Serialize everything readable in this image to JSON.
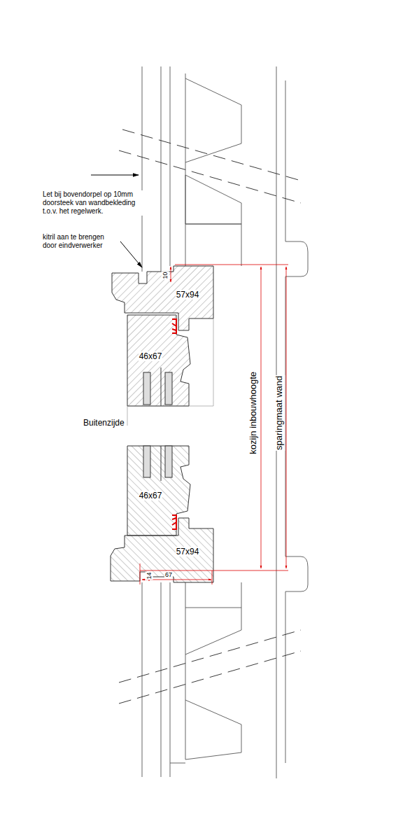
{
  "diagram": {
    "labels": [
      "Let bij bovendorpel op 10mm doorsteek van wandbekleding t.o.v. het regelwerk.",
      "kitril aan te brengen door eindverwerker",
      "10",
      "57x94",
      "46x67",
      "Buitenzijde",
      "46x67",
      "57x94",
      "14",
      "67",
      "kozijn inbouwhoogte",
      "sparingmaat wand"
    ]
  }
}
